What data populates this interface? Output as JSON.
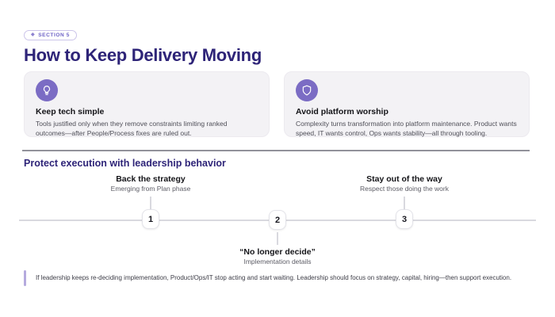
{
  "header": {
    "badge_label": "SECTION 5",
    "badge_icon": "section-diamond-icon",
    "title": "How to Keep Delivery Moving"
  },
  "cards": [
    {
      "icon": "lightbulb-icon",
      "title": "Keep tech simple",
      "body": "Tools justified only when they remove constraints limiting ranked outcomes—after People/Process fixes are ruled out."
    },
    {
      "icon": "shield-icon",
      "title": "Avoid platform worship",
      "body": "Complexity turns transformation into platform maintenance. Product wants speed, IT wants control, Ops wants stability—all through tooling."
    }
  ],
  "timeline": {
    "heading": "Protect execution with leadership behavior",
    "items": [
      {
        "number": "1",
        "title": "Back the strategy",
        "subtitle": "Emerging from Plan phase",
        "position": "above"
      },
      {
        "number": "2",
        "title": "“No longer decide”",
        "subtitle": "Implementation details",
        "position": "below"
      },
      {
        "number": "3",
        "title": "Stay out of the way",
        "subtitle": "Respect those doing the work",
        "position": "above"
      }
    ]
  },
  "note": {
    "text": "If leadership keeps re-deciding implementation, Product/Ops/IT stop acting and start waiting. Leadership should focus on strategy, capital, hiring—then support execution."
  },
  "colors": {
    "accent_indigo": "#2e2478",
    "icon_circle_purple": "#7b6cc4",
    "card_background": "#f3f2f5",
    "note_bar_purple": "#b5aade",
    "timeline_gray": "#d9d9df"
  }
}
